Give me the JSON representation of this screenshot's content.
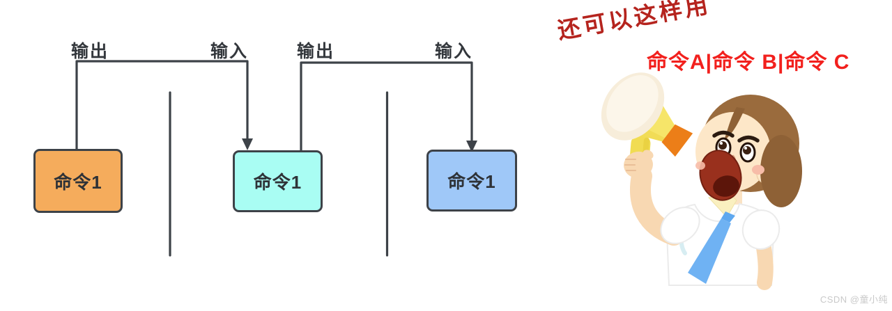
{
  "diagram": {
    "connector_pairs": [
      {
        "output_label": "输出",
        "input_label": "输入"
      },
      {
        "output_label": "输出",
        "input_label": "输入"
      }
    ],
    "boxes": [
      {
        "label": "命令1",
        "fill": "#F5AC5C"
      },
      {
        "label": "命令1",
        "fill": "#A9FDF3"
      },
      {
        "label": "命令1",
        "fill": "#9FC8F8"
      }
    ],
    "line_color": "#3D4248"
  },
  "annotation": {
    "headline": "还可以这样用",
    "headline_color": "#B5241E",
    "command_pipeline": "命令A|命令 B|命令 C",
    "command_color": "#F2201D"
  },
  "illustration": {
    "name": "boy-shouting-with-megaphone",
    "megaphone_yellow": "#F6E569",
    "megaphone_tip_orange": "#EC7E18",
    "hair_brown": "#9A6B3D",
    "tie_blue": "#6FB2F3",
    "skin": "#FBE3C4"
  },
  "watermark": {
    "text": "CSDN @童小纯"
  }
}
